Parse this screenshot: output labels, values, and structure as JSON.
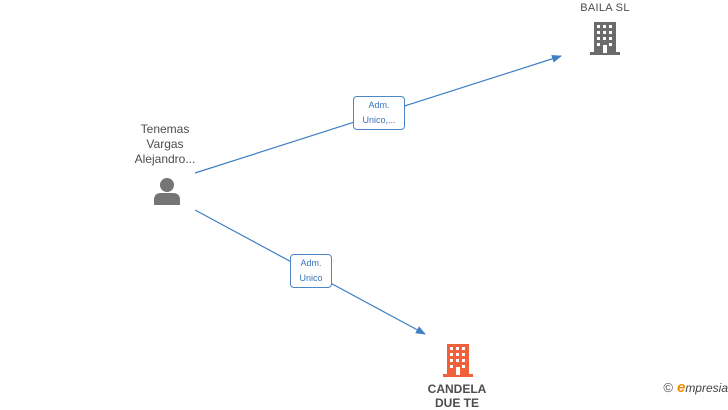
{
  "person": {
    "name_lines": [
      "Tenemas",
      "Vargas",
      "Alejandro..."
    ],
    "icon": "person-icon"
  },
  "companies": [
    {
      "name": "BAILA  SL",
      "icon": "building-icon",
      "color": "#666666"
    },
    {
      "name_lines": [
        "CANDELA",
        "DUE TE"
      ],
      "icon": "building-icon",
      "color": "#f0603a"
    }
  ],
  "relations": [
    {
      "from": "person",
      "to": "BAILA SL",
      "label_lines": [
        "Adm.",
        "Unico,..."
      ]
    },
    {
      "from": "person",
      "to": "CANDELA",
      "label_lines": [
        "Adm.",
        "Unico"
      ]
    }
  ],
  "edge_color": "#3f7fc4",
  "watermark": {
    "copyright": "©",
    "brand_e": "e",
    "brand_rest": "mpresia"
  }
}
